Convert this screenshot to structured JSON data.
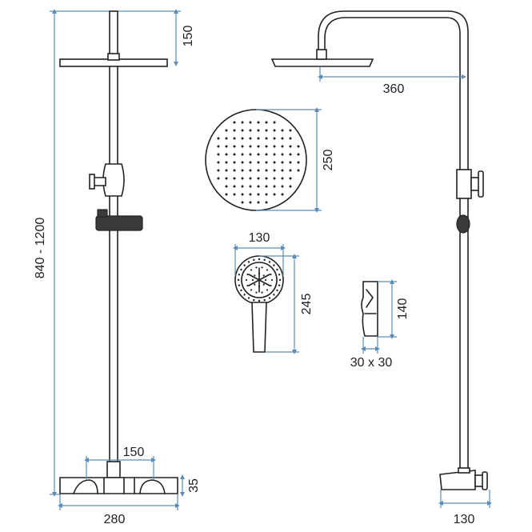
{
  "dimensions": {
    "total_height": "840 - 1200",
    "shower_arm_drop": "150",
    "arm_reach": "360",
    "head_diameter": "250",
    "hand_shower_width": "130",
    "hand_shower_length": "245",
    "holder_height": "140",
    "holder_footprint": "30 x 30",
    "mixer_centres": "150",
    "mixer_height": "35",
    "mixer_width": "280",
    "wall_offset": "130"
  },
  "colors": {
    "dimension_line": "#5b8db8",
    "outline": "#222222"
  }
}
